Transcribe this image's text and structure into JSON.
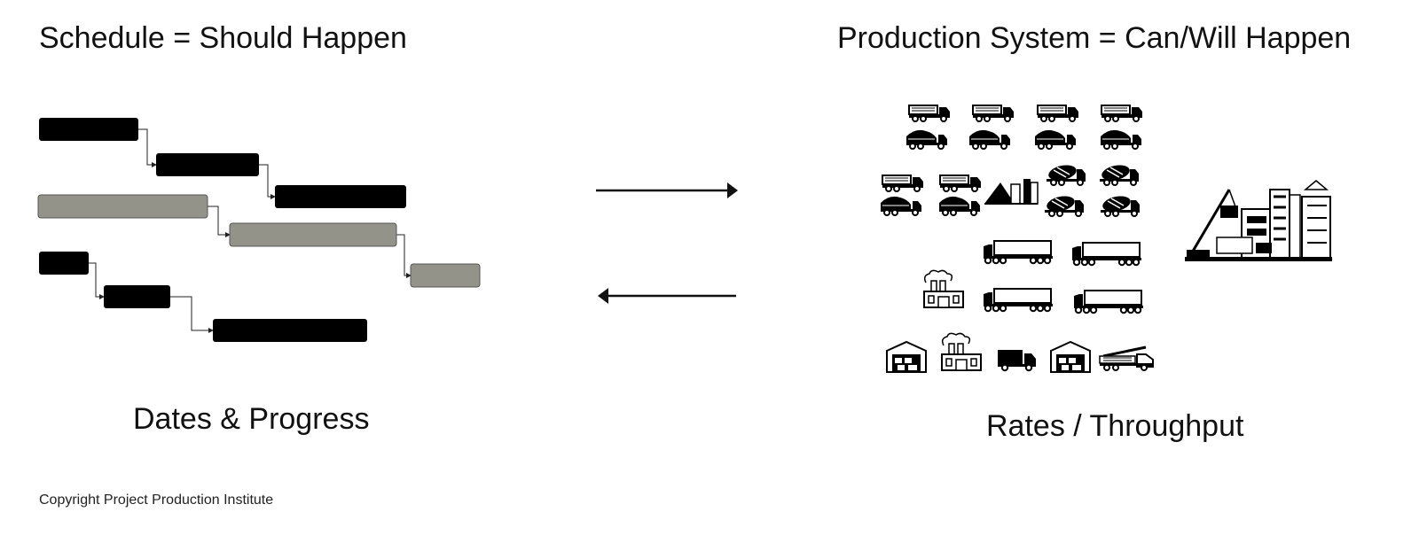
{
  "left": {
    "title": "Schedule = Should Happen",
    "caption": "Dates & Progress"
  },
  "right": {
    "title": "Production System = Can/Will Happen",
    "caption": "Rates / Throughput",
    "icons": [
      "dump-truck-icon",
      "cement-mixer-icon",
      "batch-plant-icon",
      "semi-trailer-truck-icon",
      "factory-icon",
      "warehouse-icon",
      "box-truck-icon",
      "crane-truck-icon",
      "construction-site-icon"
    ]
  },
  "colors": {
    "black_bar": "#000000",
    "gray_bar": "#94938a",
    "line": "#222222"
  },
  "footer": {
    "copyright": "Copyright Project Production Institute"
  }
}
